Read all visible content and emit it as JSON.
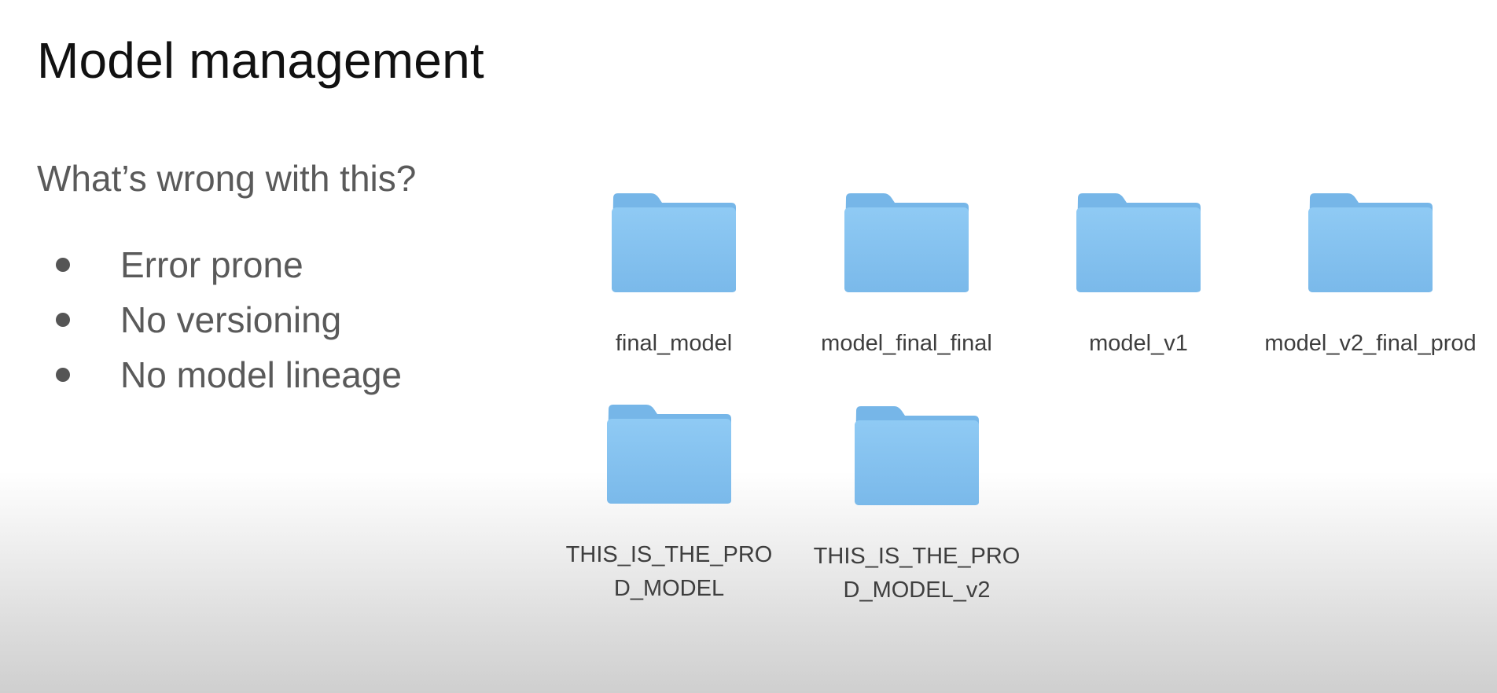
{
  "slide": {
    "title": "Model management",
    "subtitle": "What’s wrong with this?",
    "bullets": [
      "Error prone",
      "No versioning",
      "No model lineage"
    ]
  },
  "folders": [
    {
      "label": "final_model",
      "icon": "folder-icon"
    },
    {
      "label": "model_final_final",
      "icon": "folder-icon"
    },
    {
      "label": "model_v1",
      "icon": "folder-icon"
    },
    {
      "label": "model_v2_final_prod",
      "icon": "folder-icon"
    },
    {
      "label": "THIS_IS_THE_PROD_MODEL",
      "icon": "folder-icon"
    },
    {
      "label": "THIS_IS_THE_PROD_MODEL_v2",
      "icon": "folder-icon"
    }
  ],
  "colors": {
    "folder_body": "#87c3f1",
    "folder_tab": "#79b9ea",
    "title_text": "#111111",
    "body_text": "#5a5a5a"
  }
}
